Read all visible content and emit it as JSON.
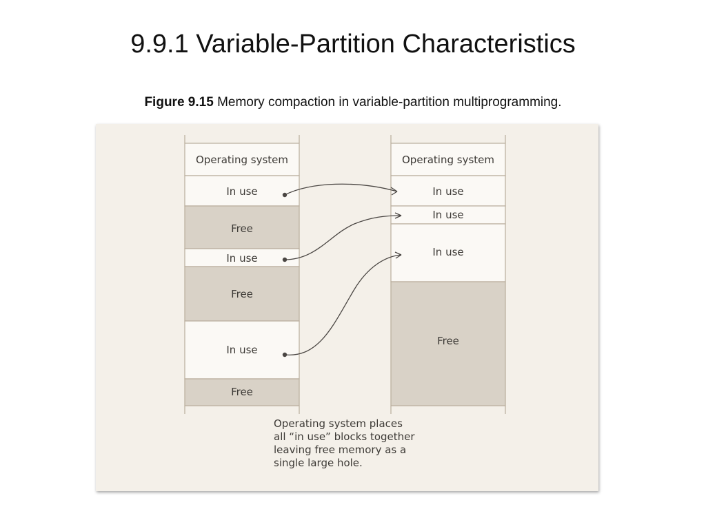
{
  "slide": {
    "title": "9.9.1 Variable-Partition Characteristics"
  },
  "caption": {
    "label": "Figure 9.15",
    "text": "Memory compaction in variable-partition multiprogramming."
  },
  "figure": {
    "colors": {
      "panel_background": "#f4f0e9",
      "in_use_fill": "#fbf9f5",
      "free_fill": "#d9d2c7",
      "border": "#b9ad9c",
      "arrow": "#4a4643"
    },
    "before": {
      "blocks": [
        {
          "label": "Operating system",
          "kind": "os"
        },
        {
          "label": "In use",
          "kind": "in_use"
        },
        {
          "label": "Free",
          "kind": "free"
        },
        {
          "label": "In use",
          "kind": "in_use"
        },
        {
          "label": "Free",
          "kind": "free"
        },
        {
          "label": "In use",
          "kind": "in_use"
        },
        {
          "label": "Free",
          "kind": "free"
        }
      ]
    },
    "after": {
      "blocks": [
        {
          "label": "Operating system",
          "kind": "os"
        },
        {
          "label": "In use",
          "kind": "in_use"
        },
        {
          "label": "In use",
          "kind": "in_use"
        },
        {
          "label": "In use",
          "kind": "in_use"
        },
        {
          "label": "Free",
          "kind": "free"
        }
      ]
    },
    "note_lines": [
      "Operating system places",
      "all “in use” blocks together",
      "leaving free memory as a",
      "single large hole."
    ]
  }
}
